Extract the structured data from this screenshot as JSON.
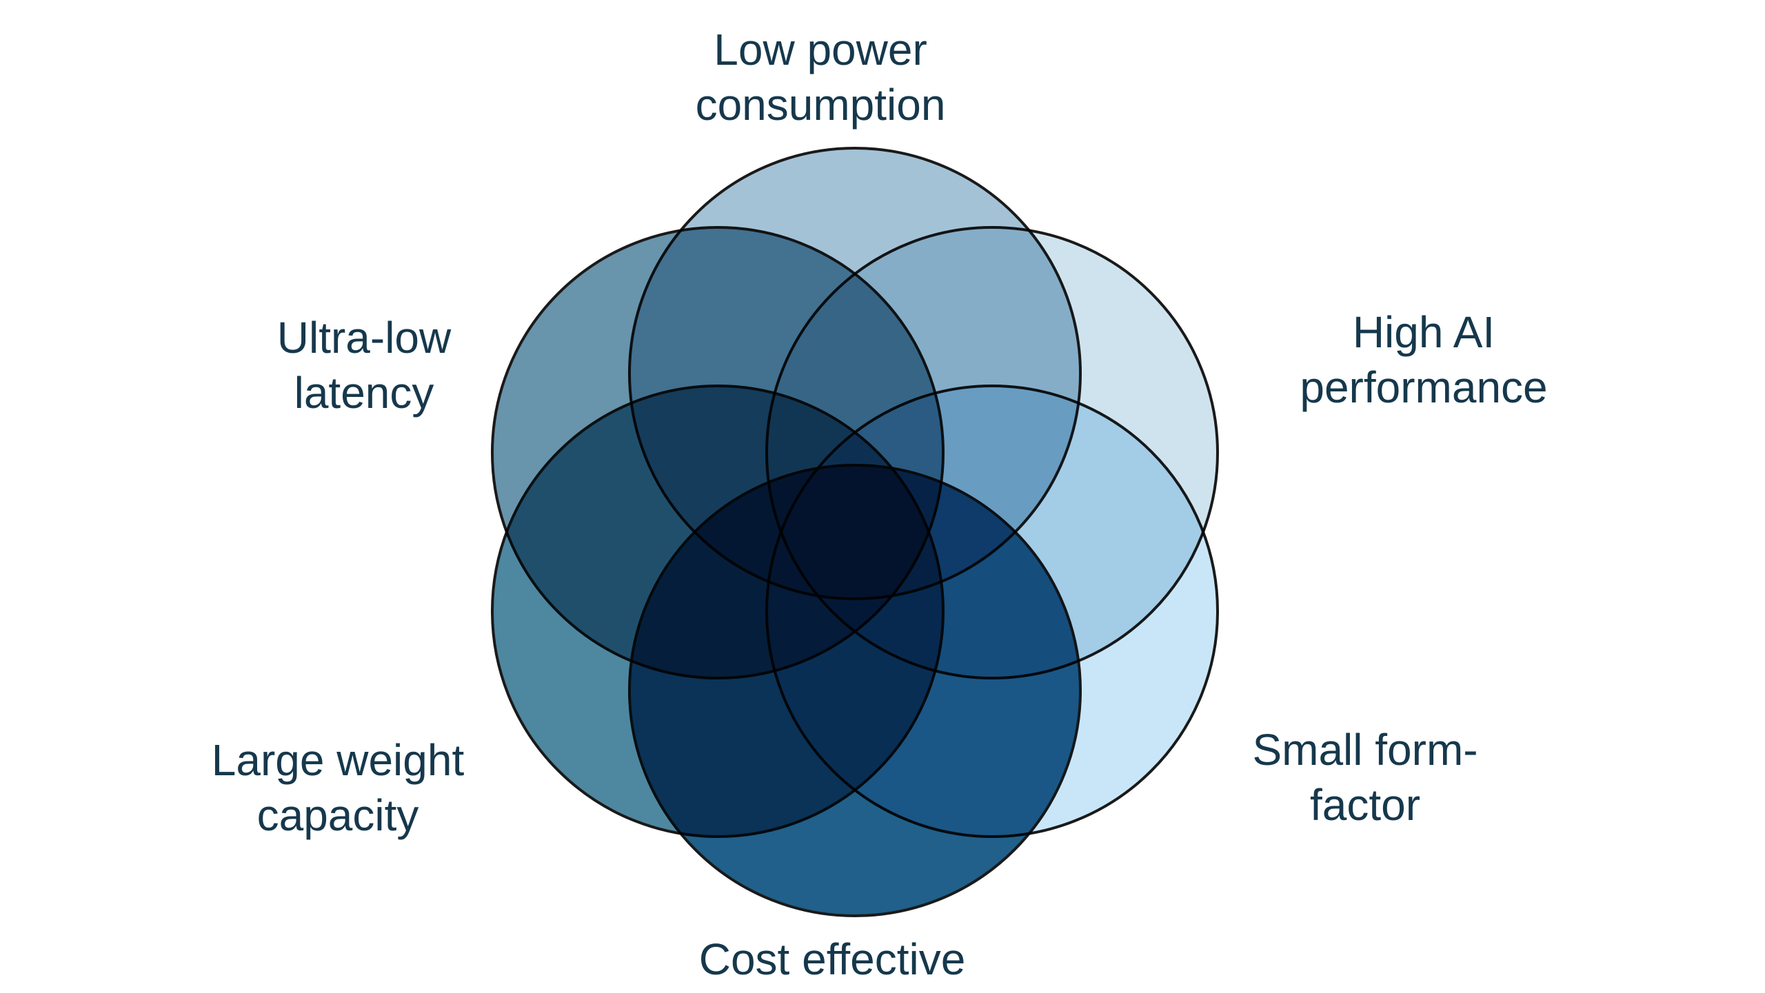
{
  "diagram": {
    "type": "venn",
    "background_color": "#ffffff",
    "outline_color": "#1a1a1a",
    "label_color": "#16384c",
    "items": [
      {
        "id": "low-power-consumption",
        "label": "Low power\nconsumption",
        "color": "#a4c2d6"
      },
      {
        "id": "high-ai-performance",
        "label": "High AI\nperformance",
        "color": "#cfe3ee"
      },
      {
        "id": "small-form-factor",
        "label": "Small form-\nfactor",
        "color": "#c9e6f8"
      },
      {
        "id": "cost-effective",
        "label": "Cost effective",
        "color": "#20608a"
      },
      {
        "id": "large-weight-capacity",
        "label": "Large weight\ncapacity",
        "color": "#4e87a0"
      },
      {
        "id": "ultra-low-latency",
        "label": "Ultra-low\nlatency",
        "color": "#6894ac"
      }
    ]
  }
}
